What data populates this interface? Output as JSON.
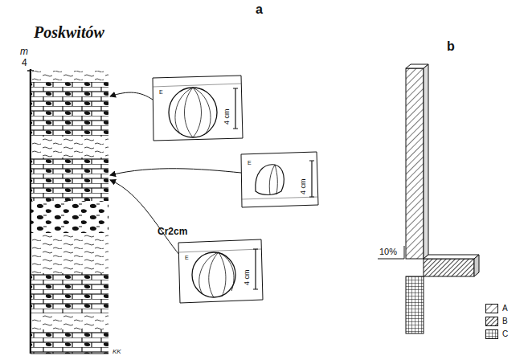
{
  "diagram": {
    "title": "Poskwitów",
    "labels": [
      "a",
      "m",
      "4",
      "Cr2cm",
      "4 cm",
      "4 cm",
      "4 cm",
      "E",
      "E",
      "E",
      "b",
      "10%",
      "KK"
    ],
    "legend": [
      {
        "text": "A"
      },
      {
        "text": "B"
      },
      {
        "text": "C"
      }
    ]
  }
}
